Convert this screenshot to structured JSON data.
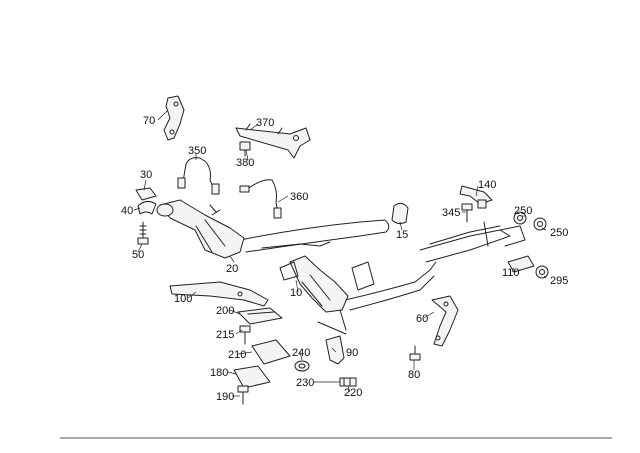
{
  "labels": {
    "l70": "70",
    "l370": "370",
    "l380": "380",
    "l350": "350",
    "l30": "30",
    "l360": "360",
    "l40": "40",
    "l15": "15",
    "l140": "140",
    "l345": "345",
    "l250a": "250",
    "l250b": "250",
    "l50": "50",
    "l20": "20",
    "l110": "110",
    "l295": "295",
    "l10": "10",
    "l100": "100",
    "l200": "200",
    "l60": "60",
    "l215": "215",
    "l210": "210",
    "l240": "240",
    "l90": "90",
    "l80": "80",
    "l180": "180",
    "l230": "230",
    "l220": "220",
    "l190": "190"
  }
}
